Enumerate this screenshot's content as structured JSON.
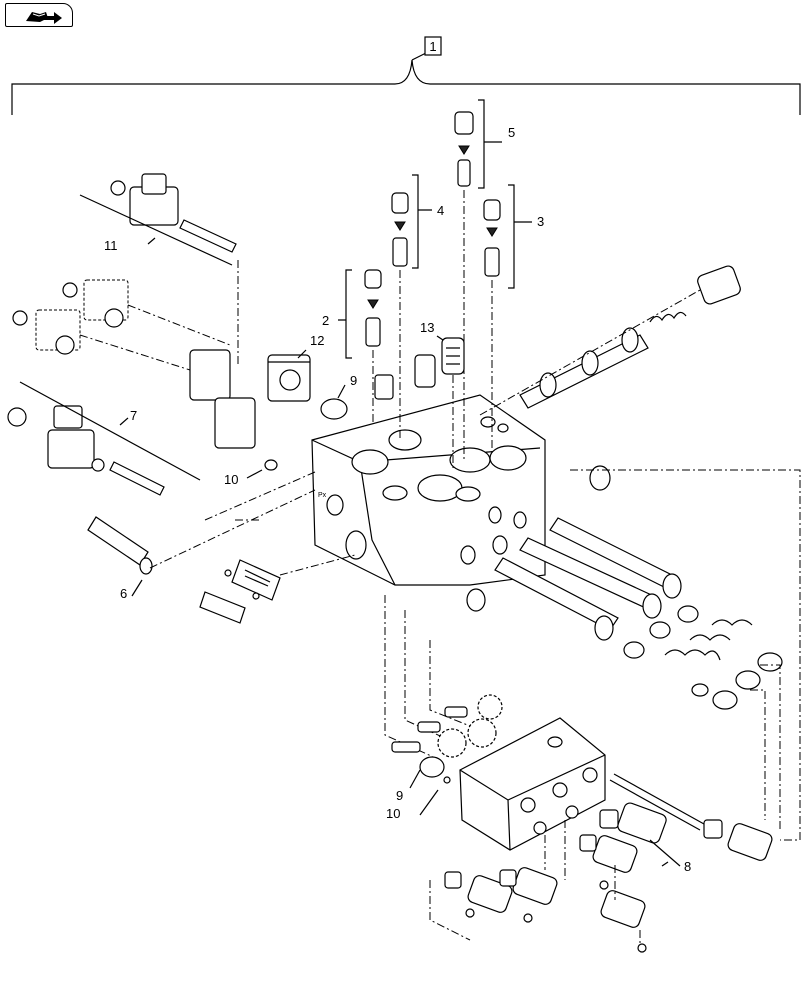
{
  "toolbar": {
    "nav_icon": "book-arrow-icon"
  },
  "diagram": {
    "assembly_label": "1",
    "callouts": {
      "c2": "2",
      "c3": "3",
      "c4": "4",
      "c5": "5",
      "c6": "6",
      "c7": "7",
      "c8": "8",
      "c9a": "9",
      "c9b": "9",
      "c10a": "10",
      "c10b": "10",
      "c11": "11",
      "c12": "12",
      "c13": "13"
    }
  }
}
